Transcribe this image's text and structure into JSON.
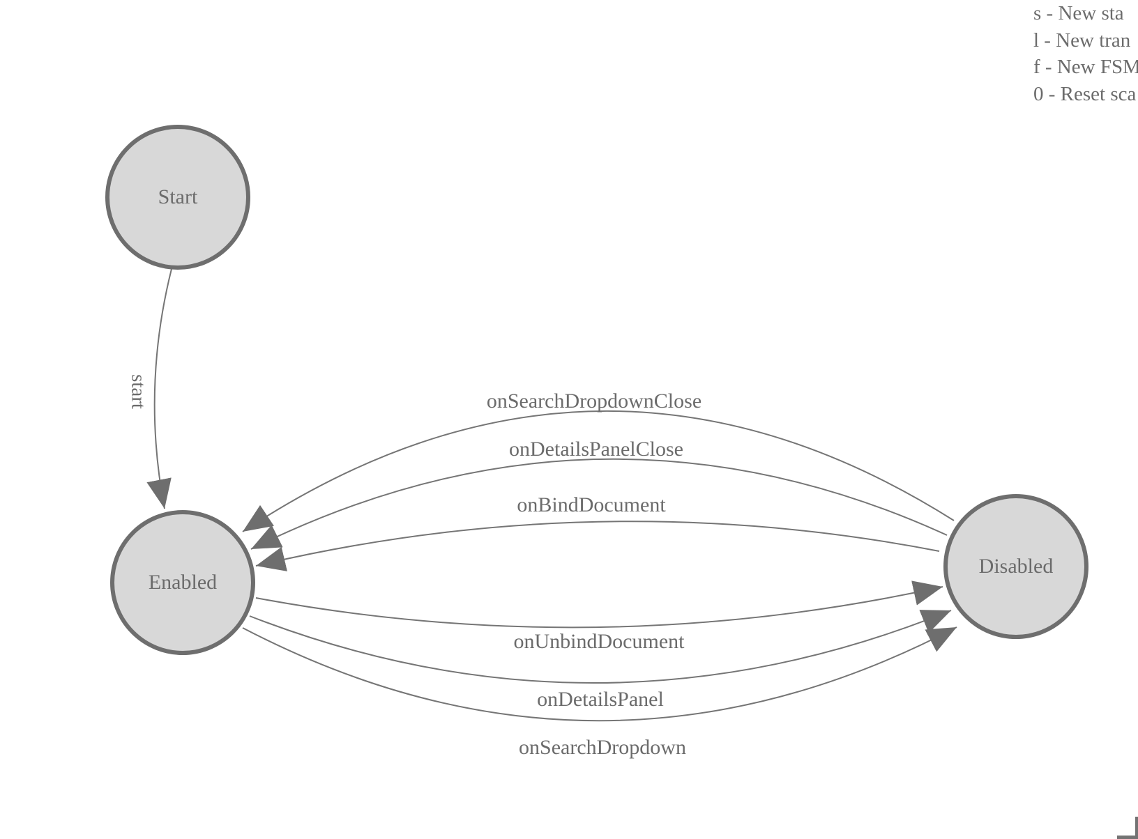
{
  "diagram": {
    "type": "finite-state-machine",
    "nodes": [
      {
        "id": "start",
        "label": "Start"
      },
      {
        "id": "enabled",
        "label": "Enabled"
      },
      {
        "id": "disabled",
        "label": "Disabled"
      }
    ],
    "edges": [
      {
        "label": "start",
        "from": "Start",
        "to": "Enabled"
      },
      {
        "label": "onSearchDropdownClose",
        "from": "Disabled",
        "to": "Enabled"
      },
      {
        "label": "onDetailsPanelClose",
        "from": "Disabled",
        "to": "Enabled"
      },
      {
        "label": "onBindDocument",
        "from": "Disabled",
        "to": "Enabled"
      },
      {
        "label": "onUnbindDocument",
        "from": "Enabled",
        "to": "Disabled"
      },
      {
        "label": "onDetailsPanel",
        "from": "Enabled",
        "to": "Disabled"
      },
      {
        "label": "onSearchDropdown",
        "from": "Enabled",
        "to": "Disabled"
      }
    ]
  },
  "legend": {
    "lines": [
      "s - New sta",
      "l - New tran",
      "f - New FSM",
      "0 - Reset sca"
    ]
  },
  "colors": {
    "background": "#ffffff",
    "node_fill": "#d8d8d8",
    "node_border": "#6e6e6e",
    "edge_stroke": "#757575",
    "arrowhead_fill": "#6e6e6e",
    "text": "#6b6b6b"
  }
}
